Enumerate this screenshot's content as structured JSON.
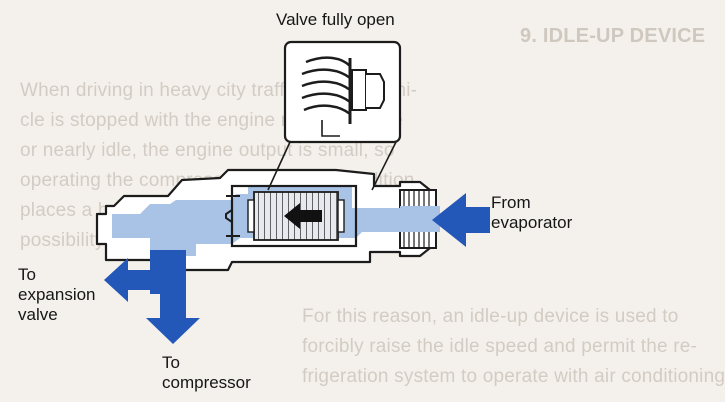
{
  "labels": {
    "valve_state": "Valve fully open",
    "from_evaporator": "From\nevaporator",
    "to_expansion_valve": "To\nexpansion\nvalve",
    "to_compressor": "To\ncompressor"
  },
  "background_text": {
    "heading": "9.  IDLE-UP DEVICE",
    "paragraph_1": [
      "When driving in heavy city traffic or if the vehi-",
      "cle is stopped with the engine running at idle",
      "or nearly idle, the engine output is small, so",
      "operating the compressor under this condition",
      "places a heavy load on the engine, with",
      "possibility of overheating or stalling."
    ],
    "paragraph_2": [
      "For this reason, an idle-up device is used to",
      "forcibly raise the idle speed and permit the re-",
      "frigeration system to operate with air conditioning"
    ]
  },
  "colors": {
    "flow_blue": "#2458b8",
    "light_blue": "#a8c3e6",
    "outline": "#1c1c1c",
    "page": "#f4f1ec"
  },
  "icons": {
    "flow_arrow": "flow-arrow-icon",
    "valve_open_arrow": "valve-open-arrow-icon"
  }
}
